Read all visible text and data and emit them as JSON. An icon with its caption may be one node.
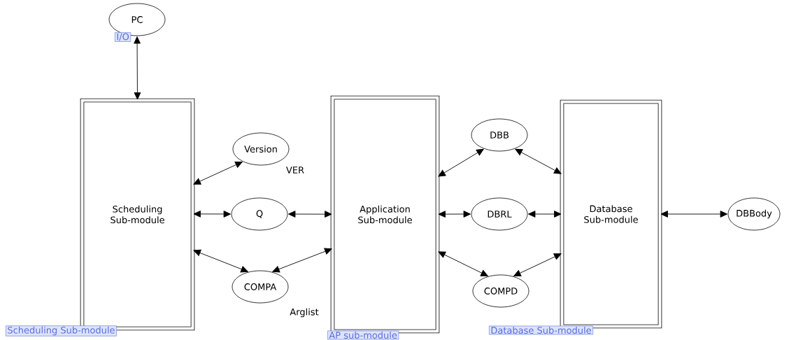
{
  "diagram": {
    "nodes": [
      {
        "text": [
          "PC"
        ],
        "beside": [
          "I/O"
        ]
      },
      {
        "text": [
          "Scheduling Sub-module"
        ],
        "beside": [
          "Scheduling Sub-module"
        ]
      },
      {
        "text": [
          "Version"
        ],
        "beside": [
          "VER"
        ]
      },
      {
        "text": [
          "Q"
        ]
      },
      {
        "text": [
          "COMPA"
        ],
        "beside": [
          "Arglist"
        ]
      },
      {
        "text": [
          "Application Sub-module"
        ],
        "beside": [
          "AP sub-module"
        ]
      },
      {
        "text": [
          "DBB"
        ]
      },
      {
        "text": [
          "DBRL"
        ]
      },
      {
        "text": [
          "COMPD"
        ]
      },
      {
        "text": [
          "Database Sub-module"
        ],
        "beside": [
          "Database Sub-module"
        ]
      },
      {
        "text": [
          "DBBody"
        ]
      }
    ],
    "edges": [
      {
        "from": 0,
        "to": 1,
        "arrow": "both"
      },
      {
        "from": 1,
        "to": 2,
        "arrow": "both"
      },
      {
        "from": 1,
        "to": 3,
        "arrow": "both"
      },
      {
        "from": 3,
        "to": 5,
        "arrow": "both"
      },
      {
        "from": 1,
        "to": 4,
        "arrow": "both"
      },
      {
        "from": 4,
        "to": 5,
        "arrow": "both"
      },
      {
        "from": 5,
        "to": 6,
        "arrow": "both"
      },
      {
        "from": 6,
        "to": 9,
        "arrow": "both"
      },
      {
        "from": 5,
        "to": 7,
        "arrow": "both"
      },
      {
        "from": 7,
        "to": 9,
        "arrow": "both"
      },
      {
        "from": 5,
        "to": 8,
        "arrow": "both"
      },
      {
        "from": 8,
        "to": 9,
        "arrow": "both"
      },
      {
        "from": 9,
        "to": 10,
        "arrow": "both"
      }
    ]
  }
}
